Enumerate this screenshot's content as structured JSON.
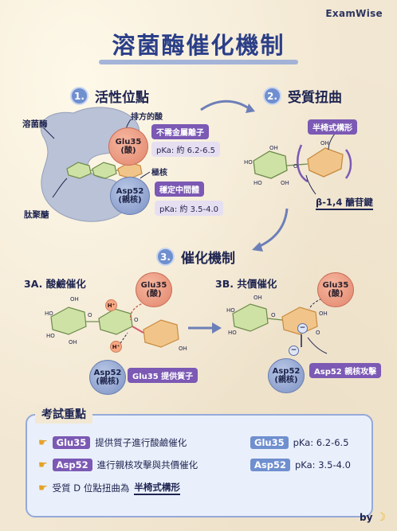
{
  "brand": "ExamWise",
  "title": "溶菌酶催化機制",
  "section1": {
    "num": "1.",
    "title": "活性位點",
    "enzyme_label": "溶菌酶",
    "chain_label": "肽聚醣",
    "glu": {
      "line1": "Glu35",
      "line2": "(酸)",
      "desc": "排方的酸",
      "tag": "不需金屬離子",
      "pka": "pKa: 約 6.2-6.5"
    },
    "asp": {
      "line1": "Asp52",
      "line2": "(親核)",
      "desc": "極核",
      "tag": "穩定中間體",
      "pka": "pKa: 約 3.5-4.0"
    }
  },
  "section2": {
    "num": "2.",
    "title": "受質扭曲",
    "chair_tag": "半椅式構形",
    "bond_label": "β-1,4 醣苷鍵"
  },
  "section3": {
    "num": "3.",
    "title": "催化機制",
    "a": {
      "title": "3A. 酸鹼催化",
      "glu_line1": "Glu35",
      "glu_line2": "(酸)",
      "asp_line1": "Asp52",
      "asp_line2": "(親核)",
      "tag": "Glu35 提供質子",
      "proton": "H⁺"
    },
    "b": {
      "title": "3B. 共價催化",
      "glu_line1": "Glu35",
      "glu_line2": "(酸)",
      "asp_line1": "Asp52",
      "asp_line2": "(親核)",
      "tag": "Asp52 親核攻擊",
      "minus": "−"
    }
  },
  "exam": {
    "title": "考試重點",
    "rows": [
      {
        "chip": "Glu35",
        "text": "提供質子進行酸鹼催化"
      },
      {
        "chip": "Asp52",
        "text": "進行親核攻擊與共價催化"
      },
      {
        "pre": "受質 D 位點扭曲為",
        "underline": "半椅式構形"
      }
    ],
    "pka": [
      {
        "chip": "Glu35",
        "text": "pKa: 6.2-6.5"
      },
      {
        "chip": "Asp52",
        "text": "pKa: 3.5-4.0"
      }
    ]
  },
  "byline": "by",
  "colors": {
    "glu": "#e1866c",
    "asp": "#7d92c4",
    "tag": "#7b59b4",
    "accent": "#6f8fcf"
  }
}
